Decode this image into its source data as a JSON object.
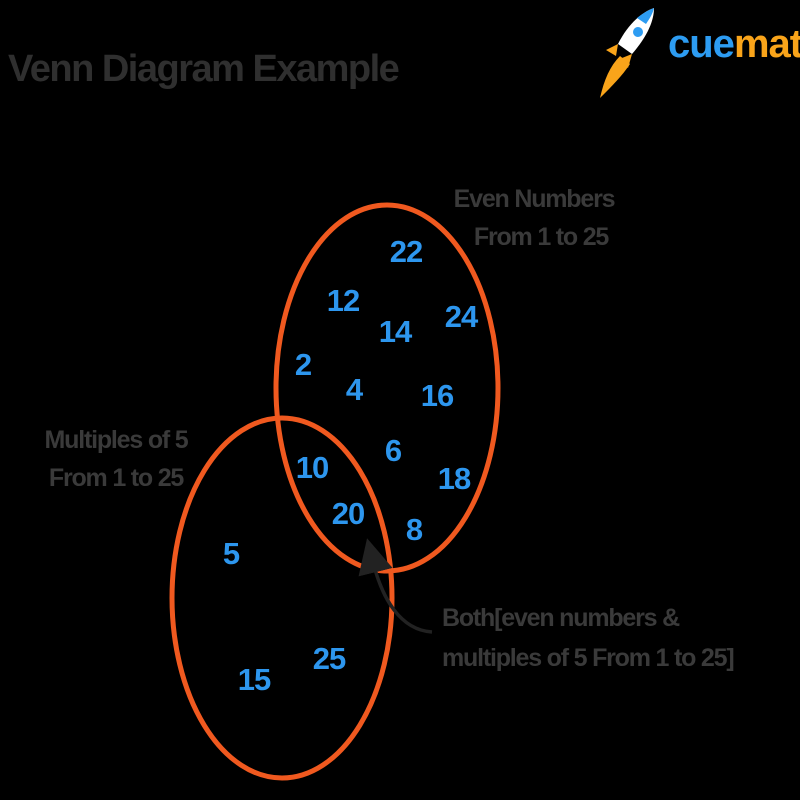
{
  "title": "Venn Diagram Example",
  "brand": {
    "cue": "cue",
    "math": "math"
  },
  "sets": {
    "even": {
      "label_line1": "Even Numbers",
      "label_line2": "From 1 to 25",
      "only": [
        "22",
        "12",
        "14",
        "24",
        "2",
        "4",
        "16",
        "6",
        "18",
        "8"
      ]
    },
    "multiples_of_5": {
      "label_line1": "Multiples of 5",
      "label_line2": "From 1 to 25",
      "only": [
        "5",
        "15",
        "25"
      ]
    },
    "both": {
      "label_line1": "Both[even numbers &",
      "label_line2": "multiples of 5 From 1 to 25]",
      "values": [
        "10",
        "20"
      ]
    }
  },
  "colors": {
    "circle": "#f0591f",
    "number": "#2d96ee",
    "label": "#3a3a3a",
    "brand_blue": "#2d9cf2",
    "brand_orange": "#f9a41a"
  }
}
